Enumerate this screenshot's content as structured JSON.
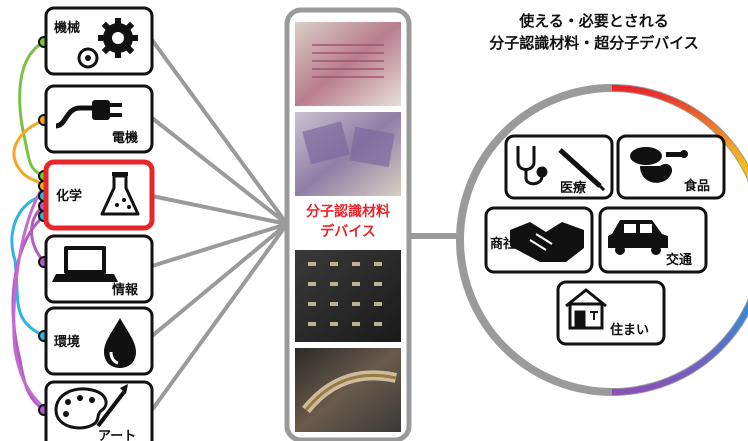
{
  "fields": [
    {
      "key": "kikai",
      "label": "機械",
      "icon": "gears-icon"
    },
    {
      "key": "denki",
      "label": "電機",
      "icon": "plug-icon"
    },
    {
      "key": "kagaku",
      "label": "化学",
      "icon": "flask-icon",
      "highlight_color": "#e8262a"
    },
    {
      "key": "joho",
      "label": "情報",
      "icon": "laptop-icon"
    },
    {
      "key": "kankyo",
      "label": "環境",
      "icon": "water-drop-icon"
    },
    {
      "key": "art",
      "label": "アート",
      "icon": "palette-icon"
    }
  ],
  "center": {
    "line1": "分子認識材料",
    "line2": "デバイス",
    "color": "#e8262a",
    "photos": [
      "array-plate-photo",
      "sensor-sheet-photo",
      "chip-array-photo",
      "flexible-device-photo"
    ]
  },
  "title": {
    "line1": "使える・必要とされる",
    "line2": "分子認識材料・超分子デバイス"
  },
  "applications": [
    {
      "key": "iryo",
      "label": "医療",
      "icon": "stethoscope-syringe-icon"
    },
    {
      "key": "shokuhin",
      "label": "食品",
      "icon": "food-icon"
    },
    {
      "key": "shosha",
      "label": "商社",
      "icon": "handshake-icon"
    },
    {
      "key": "kotsu",
      "label": "交通",
      "icon": "car-icon"
    },
    {
      "key": "jumai",
      "label": "住まい",
      "icon": "house-icon"
    }
  ],
  "colors": {
    "connector": "#9a9a9a",
    "ring": [
      "#e8262a",
      "#f5a623",
      "#f2e000",
      "#7bc142",
      "#2f8fd8",
      "#6a3fa0"
    ],
    "wire_green": "#7bc142",
    "wire_orange": "#f5a623",
    "wire_blue": "#2fb4e0",
    "wire_purple": "#b05cc0"
  }
}
